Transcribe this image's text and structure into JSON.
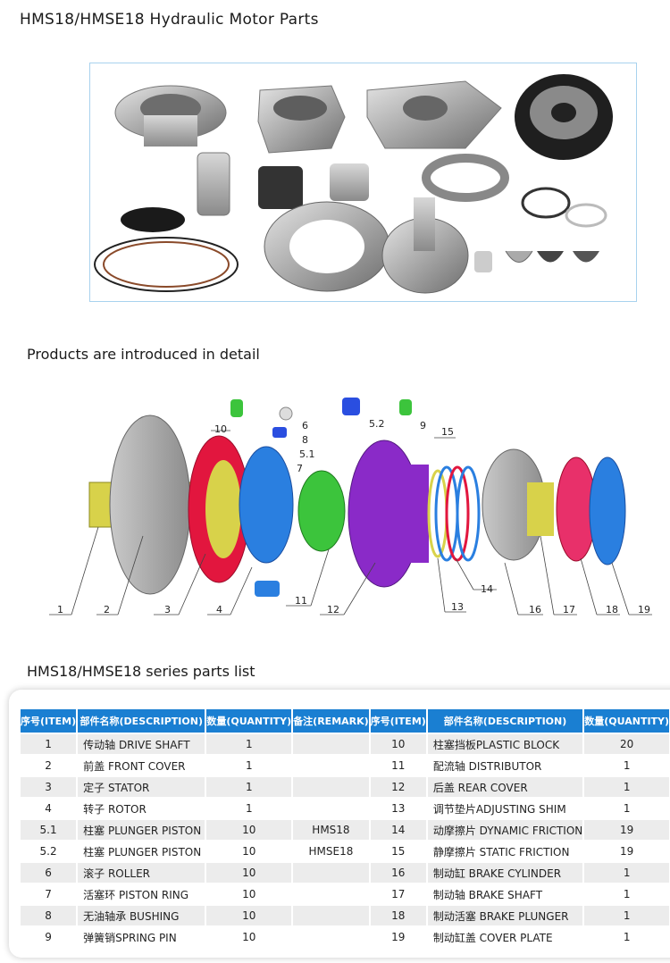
{
  "page": {
    "title": "HMS18/HMSE18 Hydraulic Motor Parts",
    "detail_heading": "Products are introduced in detail",
    "list_heading": "HMS18/HMSE18 series parts list"
  },
  "diagram_labels": [
    "1",
    "2",
    "3",
    "4",
    "5.1",
    "5.2",
    "6",
    "7",
    "8",
    "9",
    "10",
    "11",
    "12",
    "13",
    "14",
    "15",
    "16",
    "17",
    "18",
    "19"
  ],
  "colors": {
    "header_blue": "#1a7fd2",
    "row_alt": "#ececec"
  },
  "table": {
    "headers": [
      "序号(ITEM)",
      "部件名称(DESCRIPTION)",
      "数量(QUANTITY)",
      "备注(REMARK)",
      "序号(ITEM)",
      "部件名称(DESCRIPTION)",
      "数量(QUANTITY)"
    ],
    "rows": [
      {
        "item": "1",
        "desc": "传动轴 DRIVE SHAFT",
        "qty": "1",
        "remark": "",
        "item2": "10",
        "desc2": "柱塞挡板PLASTIC BLOCK",
        "qty2": "20"
      },
      {
        "item": "2",
        "desc": "前盖 FRONT COVER",
        "qty": "1",
        "remark": "",
        "item2": "11",
        "desc2": "配流轴 DISTRIBUTOR",
        "qty2": "1"
      },
      {
        "item": "3",
        "desc": "定子 STATOR",
        "qty": "1",
        "remark": "",
        "item2": "12",
        "desc2": "后盖 REAR COVER",
        "qty2": "1"
      },
      {
        "item": "4",
        "desc": "转子 ROTOR",
        "qty": "1",
        "remark": "",
        "item2": "13",
        "desc2": "调节垫片ADJUSTING SHIM",
        "qty2": "1"
      },
      {
        "item": "5.1",
        "desc": "柱塞 PLUNGER PISTON",
        "qty": "10",
        "remark": "HMS18",
        "item2": "14",
        "desc2": "动摩擦片 DYNAMIC FRICTION",
        "qty2": "19"
      },
      {
        "item": "5.2",
        "desc": "柱塞 PLUNGER PISTON",
        "qty": "10",
        "remark": "HMSE18",
        "item2": "15",
        "desc2": "静摩擦片 STATIC FRICTION",
        "qty2": "19"
      },
      {
        "item": "6",
        "desc": "滚子 ROLLER",
        "qty": "10",
        "remark": "",
        "item2": "16",
        "desc2": "制动缸 BRAKE CYLINDER",
        "qty2": "1"
      },
      {
        "item": "7",
        "desc": "活塞环 PISTON RING",
        "qty": "10",
        "remark": "",
        "item2": "17",
        "desc2": "制动轴 BRAKE SHAFT",
        "qty2": "1"
      },
      {
        "item": "8",
        "desc": "无油轴承 BUSHING",
        "qty": "10",
        "remark": "",
        "item2": "18",
        "desc2": "制动活塞 BRAKE PLUNGER",
        "qty2": "1"
      },
      {
        "item": "9",
        "desc": "弹簧销SPRING PIN",
        "qty": "10",
        "remark": "",
        "item2": "19",
        "desc2": "制动缸盖 COVER PLATE",
        "qty2": "1"
      }
    ]
  }
}
